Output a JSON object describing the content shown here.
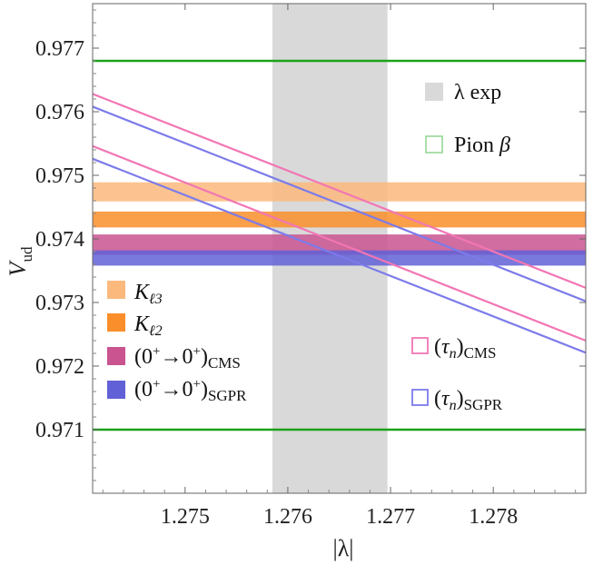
{
  "chart_data": {
    "type": "line",
    "xlabel": "|λ|",
    "ylabel": "V",
    "ylabel_sub": "ud",
    "xlim": [
      1.2741,
      1.2789
    ],
    "ylim": [
      0.97,
      0.9777
    ],
    "xticks": [
      1.275,
      1.276,
      1.277,
      1.278
    ],
    "xtick_labels": [
      "1.275",
      "1.276",
      "1.277",
      "1.278"
    ],
    "yticks": [
      0.971,
      0.972,
      0.973,
      0.974,
      0.975,
      0.976,
      0.977
    ],
    "ytick_labels": [
      "0.971",
      "0.972",
      "0.973",
      "0.974",
      "0.975",
      "0.976",
      "0.977"
    ],
    "grid": false,
    "vertical_band": {
      "name": "λ exp",
      "x_range": [
        1.27585,
        1.27697
      ],
      "color": "#d9d9d9"
    },
    "horizontal_bands": [
      {
        "name": "K_ℓ3",
        "y_range": [
          0.97459,
          0.97489
        ],
        "color": "#fbb97d"
      },
      {
        "name": "K_ℓ2",
        "y_range": [
          0.97418,
          0.97443
        ],
        "color": "#f98e2a"
      },
      {
        "name": "(0⁺→0⁺)_CMS",
        "y_range": [
          0.97375,
          0.97407
        ],
        "color": "#c9548f"
      },
      {
        "name": "(0⁺→0⁺)_SGPR",
        "y_range": [
          0.97358,
          0.97382
        ],
        "color": "#6160d6"
      }
    ],
    "pion_beta": {
      "name": "Pion β",
      "y_values": [
        0.9768,
        0.971
      ],
      "color": "#1aa21a"
    },
    "series": [
      {
        "name": "(τ_n)_CMS",
        "color": "#f276b4",
        "lines": [
          {
            "x": [
              1.2741,
              1.2789
            ],
            "y": [
              0.97628,
              0.97323
            ]
          },
          {
            "x": [
              1.2741,
              1.2789
            ],
            "y": [
              0.97546,
              0.9724
            ]
          }
        ]
      },
      {
        "name": "(τ_n)_SGPR",
        "color": "#7b7bea",
        "lines": [
          {
            "x": [
              1.2741,
              1.2789
            ],
            "y": [
              0.97608,
              0.97302
            ]
          },
          {
            "x": [
              1.2741,
              1.2789
            ],
            "y": [
              0.97526,
              0.97221
            ]
          }
        ]
      }
    ],
    "legend": {
      "lambda_exp": {
        "main": "λ exp"
      },
      "pion": {
        "main": "Pion ",
        "italic": "β"
      },
      "kl3": {
        "main": "K",
        "sub": "ℓ3"
      },
      "kl2": {
        "main": "K",
        "sub": "ℓ2"
      },
      "cms_super": {
        "main": "(0",
        "sup1": "+",
        "mid": "→0",
        "sup2": "+",
        "close": ")",
        "sub": "CMS"
      },
      "sgpr_super": {
        "main": "(0",
        "sup1": "+",
        "mid": "→0",
        "sup2": "+",
        "close": ")",
        "sub": "SGPR"
      },
      "tau_cms": {
        "open": "(",
        "italic": "τ",
        "isub": "n",
        "close": ")",
        "sub": "CMS"
      },
      "tau_sgpr": {
        "open": "(",
        "italic": "τ",
        "isub": "n",
        "close": ")",
        "sub": "SGPR"
      }
    }
  }
}
